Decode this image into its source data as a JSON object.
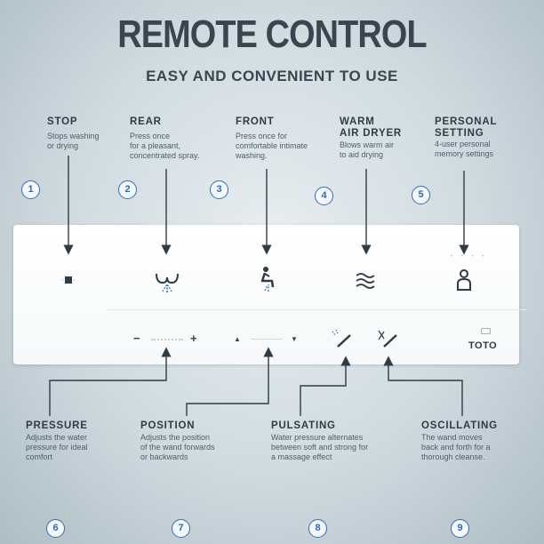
{
  "header": {
    "title": "REMOTE CONTROL",
    "subtitle": "EASY AND CONVENIENT TO USE"
  },
  "top_features": [
    {
      "number": "1",
      "label_lines": [
        "STOP"
      ],
      "desc_lines": [
        "Stops washing",
        "or drying"
      ],
      "icon": "stop-square-icon"
    },
    {
      "number": "2",
      "label_lines": [
        "REAR"
      ],
      "desc_lines": [
        "Press once",
        "for a pleasant,",
        "concentrated spray."
      ],
      "icon": "rear-wash-icon"
    },
    {
      "number": "3",
      "label_lines": [
        "FRONT"
      ],
      "desc_lines": [
        "Press once for",
        "comfortable intimate",
        "washing."
      ],
      "icon": "front-wash-icon"
    },
    {
      "number": "4",
      "label_lines": [
        "WARM",
        "AIR DRYER"
      ],
      "desc_lines": [
        "Blows warm air",
        "to aid drying"
      ],
      "icon": "air-dryer-waves-icon"
    },
    {
      "number": "5",
      "label_lines": [
        "PERSONAL",
        "SETTING"
      ],
      "desc_lines": [
        "4-user personal",
        "memory settings"
      ],
      "icon": "person-memory-icon"
    }
  ],
  "bottom_features": [
    {
      "number": "6",
      "label": "PRESSURE",
      "desc_lines": [
        "Adjusts the water",
        "pressure for ideal",
        "comfort"
      ]
    },
    {
      "number": "7",
      "label": "POSITION",
      "desc_lines": [
        "Adjusts the position",
        "of the wand forwards",
        "or backwards"
      ]
    },
    {
      "number": "8",
      "label": "PULSATING",
      "desc_lines": [
        "Water pressure alternates",
        "between soft and strong for",
        "a massage effect"
      ]
    },
    {
      "number": "9",
      "label": "OSCILLATING",
      "desc_lines": [
        "The wand moves",
        "back and forth for a",
        "thorough cleanse."
      ]
    }
  ],
  "remote": {
    "brand": "TOTO",
    "pressure_minus": "−",
    "pressure_plus": "+",
    "position_back": "▲",
    "position_forward": "▼",
    "personal_dots": "• • • •"
  },
  "colors": {
    "accent_blue": "#2f6db3",
    "text_dark": "#2f3b45",
    "panel_white": "#ffffff"
  }
}
